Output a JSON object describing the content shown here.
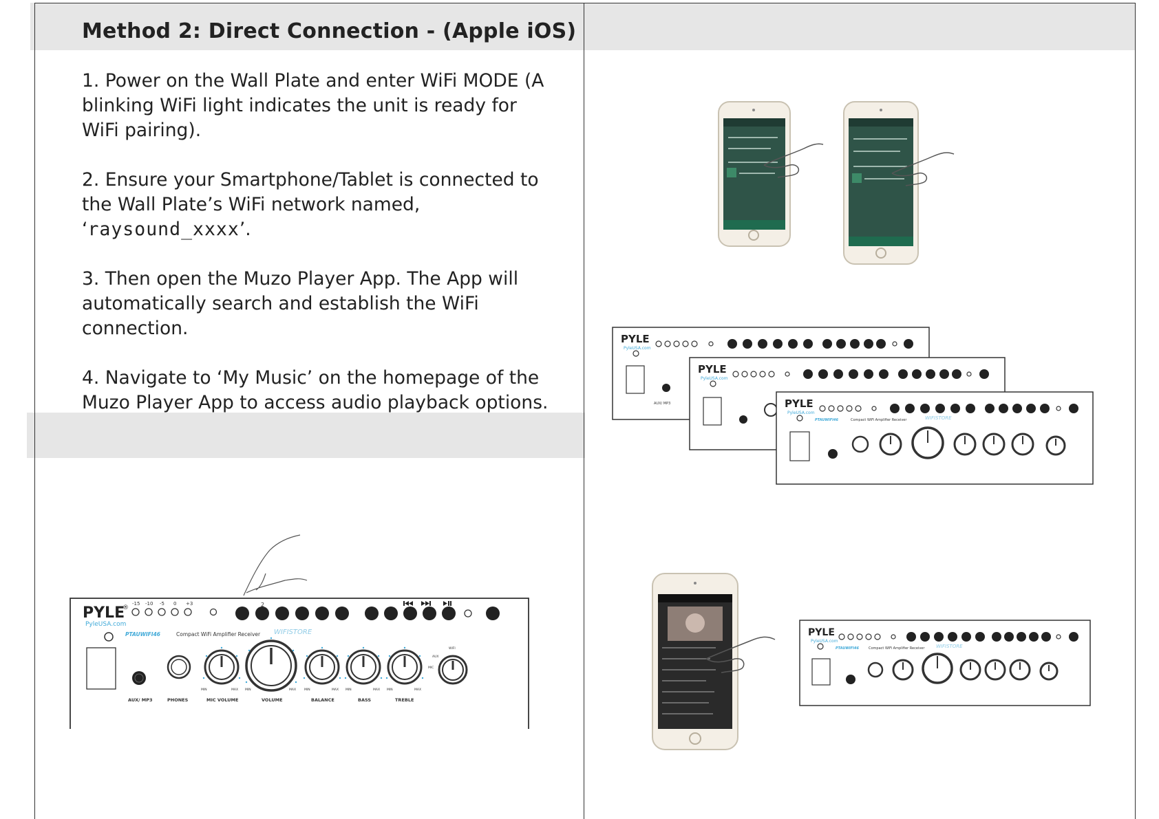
{
  "title": "Method 2: Direct Connection - (Apple iOS)",
  "steps": [
    {
      "text": "1. Power on the Wall Plate and enter WiFi MODE (A blinking WiFi light indicates the unit is ready for WiFi pairing)."
    },
    {
      "before": "2. Ensure your Smartphone/Tablet is connected to the Wall Plate’s WiFi network named, ‘",
      "code": "raysound_xxxx",
      "after": "’."
    },
    {
      "text": "3. Then open the Muzo Player App. The App will automatically search and establish the WiFi connection."
    },
    {
      "text": "4. Navigate to ‘My Music’ on the homepage of the Muzo Player App to access audio playback options."
    }
  ],
  "device": {
    "brand": "PYLE",
    "reg": "®",
    "site": "PyleUSA.com",
    "model": "PTAUWIFI46",
    "description": "Compact WiFi Amplifier Receiver",
    "wifi_brand": "WIFISTORE",
    "level_labels": [
      "-15",
      "-10",
      "-5",
      "0",
      "+3"
    ],
    "button_number": "2",
    "transport_icons": [
      "skip-back-icon",
      "skip-forward-icon",
      "play-pause-icon"
    ],
    "jack_labels": [
      "AUX/ MP3",
      "PHONES",
      "MIC VOLUME",
      "VOLUME",
      "BALANCE",
      "BASS",
      "TREBLE"
    ],
    "min_label": "MIN",
    "max_label": "MAX",
    "aux_label": "AUX",
    "wifi_label": "WIFI",
    "mic_label": "MIC"
  }
}
